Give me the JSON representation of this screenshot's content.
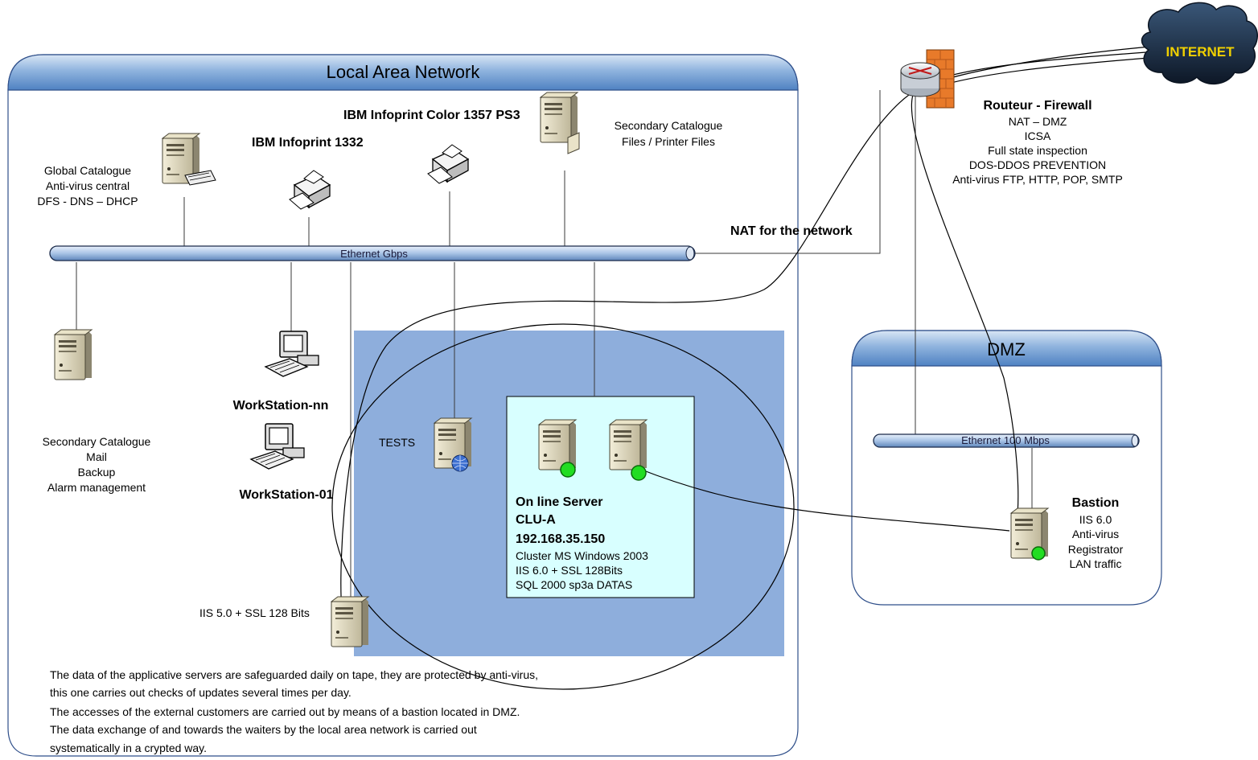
{
  "zones": {
    "lan": {
      "title": "Local Area Network"
    },
    "dmz": {
      "title": "DMZ"
    }
  },
  "buses": {
    "lan": "Ethernet Gbps",
    "dmz": "Ethernet 100 Mbps"
  },
  "internet": {
    "label": "INTERNET"
  },
  "nat_label": "NAT for the network",
  "router": {
    "title": "Routeur - Firewall",
    "lines": [
      "NAT – DMZ",
      "ICSA",
      "Full state inspection",
      "DOS-DDOS PREVENTION",
      "Anti-virus FTP, HTTP, POP, SMTP"
    ]
  },
  "global_catalogue": {
    "lines": [
      "Global Catalogue",
      "Anti-virus central",
      "DFS - DNS – DHCP"
    ]
  },
  "printers": {
    "p1332": "IBM Infoprint 1332",
    "p1357": "IBM Infoprint Color 1357 PS3"
  },
  "secondary_files": {
    "lines": [
      "Secondary Catalogue",
      "Files / Printer Files"
    ]
  },
  "secondary_mail": {
    "lines": [
      "Secondary Catalogue",
      "Mail",
      "Backup",
      "Alarm management"
    ]
  },
  "workstations": {
    "nn": "WorkStation-nn",
    "w01": "WorkStation-01"
  },
  "tests_label": "TESTS",
  "iis5_label": "IIS 5.0 + SSL 128 Bits",
  "online_server": {
    "title1": "On line Server",
    "title2": "CLU-A",
    "ip": "192.168.35.150",
    "lines": [
      "Cluster MS Windows 2003",
      "IIS 6.0 + SSL 128Bits",
      "SQL 2000 sp3a DATAS"
    ]
  },
  "bastion": {
    "title": "Bastion",
    "lines": [
      "IIS 6.0",
      "Anti-virus",
      "Registrator",
      "LAN traffic"
    ]
  },
  "notes": [
    "The data of the applicative servers are safeguarded daily on tape, they are protected by anti-virus,",
    "this one carries out checks of updates several times per day.",
    "The accesses of the external customers are carried out by means of a bastion located in DMZ.",
    "The data exchange of and towards the waiters by the local area network is carried out",
    "systematically in a crypted way."
  ],
  "colors": {
    "zone_header": "#5b8fc9",
    "zone_border": "#2f4f8a",
    "highlight_area": "#8eaedc",
    "online_box": "#d8ffff",
    "status_green": "#22dd22",
    "firewall": "#e87a2a",
    "cloud": "#1b2c44"
  }
}
